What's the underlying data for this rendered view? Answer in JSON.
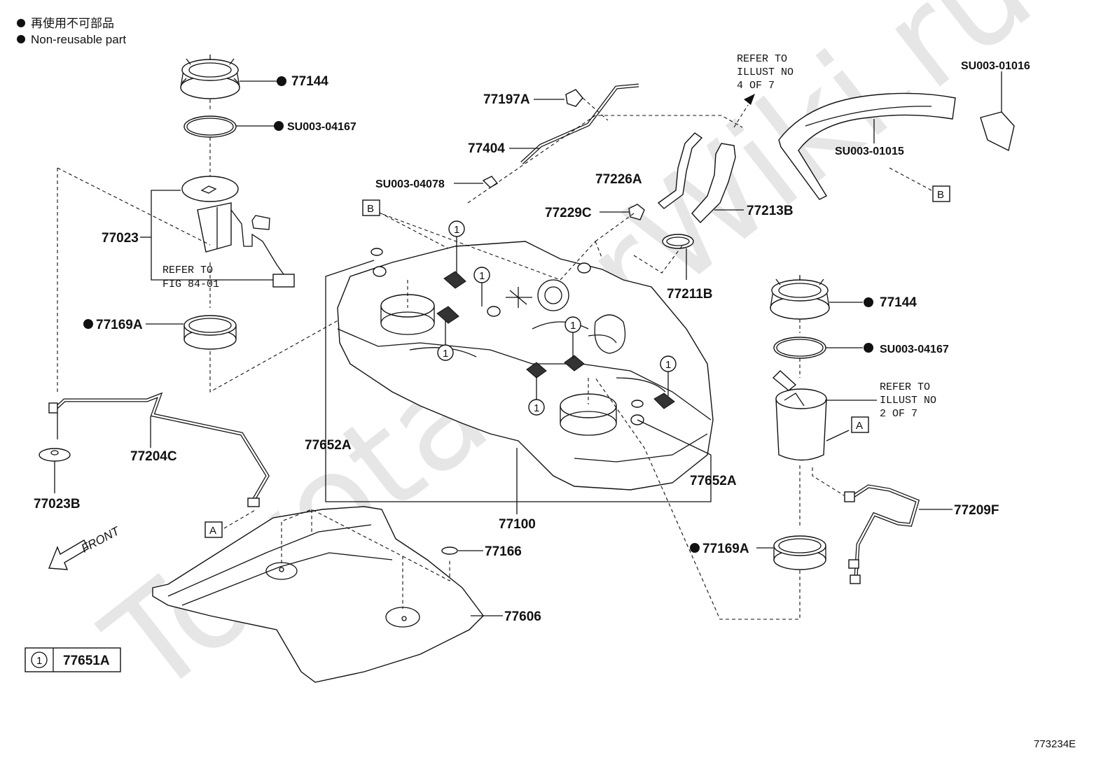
{
  "legend": {
    "line1": "再使用不可部品",
    "line2": "Non-reusable part"
  },
  "watermark": "ToyotaCarWiki.ru",
  "drawing_code": "773234E",
  "front_label": "FRONT",
  "callout_one": "1",
  "boxes": {
    "a": "A",
    "b": "B"
  },
  "key": {
    "symbol": "1",
    "part": "77651A"
  },
  "parts": {
    "p77144_left": "77144",
    "su003_04167_left": "SU003-04167",
    "p77023": "77023",
    "p77169a_left": "77169A",
    "p77204c": "77204C",
    "p77023b": "77023B",
    "p77197a": "77197A",
    "p77404": "77404",
    "su003_04078": "SU003-04078",
    "p77226a": "77226A",
    "p77229c": "77229C",
    "p77213b": "77213B",
    "p77211b": "77211B",
    "su003_01016": "SU003-01016",
    "su003_01015": "SU003-01015",
    "p77144_right": "77144",
    "su003_04167_right": "SU003-04167",
    "p77652a_left": "77652A",
    "p77652a_right": "77652A",
    "p77100": "77100",
    "p77166": "77166",
    "p77606": "77606",
    "p77169a_right": "77169A",
    "p77209f": "77209F"
  },
  "refs": {
    "fig84_l1": "REFER TO",
    "fig84_l2": "FIG 84-01",
    "illust4_l1": "REFER TO",
    "illust4_l2": "ILLUST NO",
    "illust4_l3": "4 OF 7",
    "illust2_l1": "REFER TO",
    "illust2_l2": "ILLUST NO",
    "illust2_l3": "2 OF 7"
  }
}
